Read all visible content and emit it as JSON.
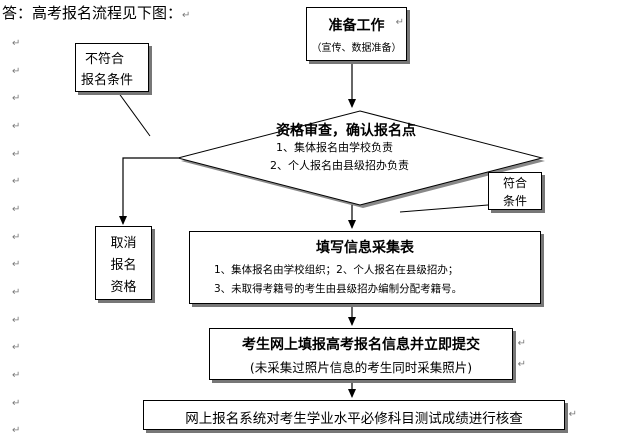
{
  "doc": {
    "intro": "答：高考报名流程见下图：",
    "paragraph_mark": "↵"
  },
  "flow": {
    "prep": {
      "title": "准备工作",
      "sub": "（宣传、数据准备）"
    },
    "not_qualified": {
      "line1": "不符合",
      "line2": "报名条件"
    },
    "review": {
      "title": "资格审查，确认报名点",
      "item1": "1、集体报名由学校负责",
      "item2": "2、个人报名由县级招办负责"
    },
    "qualified": {
      "line1": "符合",
      "line2": "条件"
    },
    "cancel": {
      "line1": "取消",
      "line2": "报名",
      "line3": "资格"
    },
    "collect": {
      "title": "填写信息采集表",
      "line1": "1、集体报名由学校组织；2、个人报名在县级招办；",
      "line2": "3、未取得考籍号的考生由县级招办编制分配考籍号。"
    },
    "online": {
      "title": "考生网上填报高考报名信息并立即提交",
      "sub": "(未采集过照片信息的考生同时采集照片)"
    },
    "check": {
      "text": "网上报名系统对考生学业水平必修科目测试成绩进行核查"
    }
  }
}
